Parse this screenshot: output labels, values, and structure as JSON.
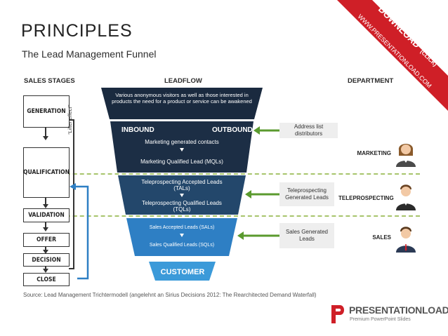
{
  "title": "PRINCIPLES",
  "subtitle": "The Lead Management Funnel",
  "headers": {
    "sales_stages": "SALES STAGES",
    "leadflow": "LEADFLOW",
    "department": "DEPARTMENT"
  },
  "stages": [
    "GENERATION",
    "QUALIFICATION",
    "VALIDATION",
    "OFFER",
    "DECISION",
    "CLOSE"
  ],
  "lifter_effect": "“Lifter effect”",
  "funnel": {
    "top_text": "Various anonymous visitors as well as those interested in products  the need for a product or service can be awakened",
    "inbound": "INBOUND",
    "outbound": "OUTBOUND",
    "marketing_generated": "Marketing generated contacts",
    "mql": "Marketing Qualified Lead (MQLs)",
    "tal_line1": "Teleprospecting Accepted Leads",
    "tal_line2": "(TALs)",
    "tql_line1": "Teleprospecting Qualified Leads",
    "tql_line2": "(TQLs)",
    "sal": "Sales Accepted Leads (SALs)",
    "sql": "Sales Qualified Leads (SQLs)",
    "customer": "CUSTOMER"
  },
  "sources": {
    "address_list": "Address list distributors",
    "teleprospecting_generated": "Teleprospecting Generated Leads",
    "sales_generated": "Sales Generated Leads"
  },
  "departments": [
    "MARKETING",
    "TELEPROSPECTING",
    "SALES"
  ],
  "banner": {
    "line1": "DOWNLOAD",
    "line1b": "(CLICK)",
    "line2": "WWW.PRESENTATIONLOAD.COM"
  },
  "source_note": "Source: Lead Management Trichtermodell (angelehnt an Sirius Decisions 2012: The Rearchitected Demand Waterfall)",
  "logo": {
    "name": "PRESENTATIONLOAD",
    "mark": "®",
    "tagline": "Premium PowerPoint Slides"
  },
  "colors": {
    "dark": "#1c2e45",
    "mid": "#23476b",
    "blue": "#2e7fc4",
    "light": "#3b9ad9",
    "accent_green": "#5a9a2e",
    "banner_red": "#cf1f27",
    "dash": "#a7c46b"
  }
}
